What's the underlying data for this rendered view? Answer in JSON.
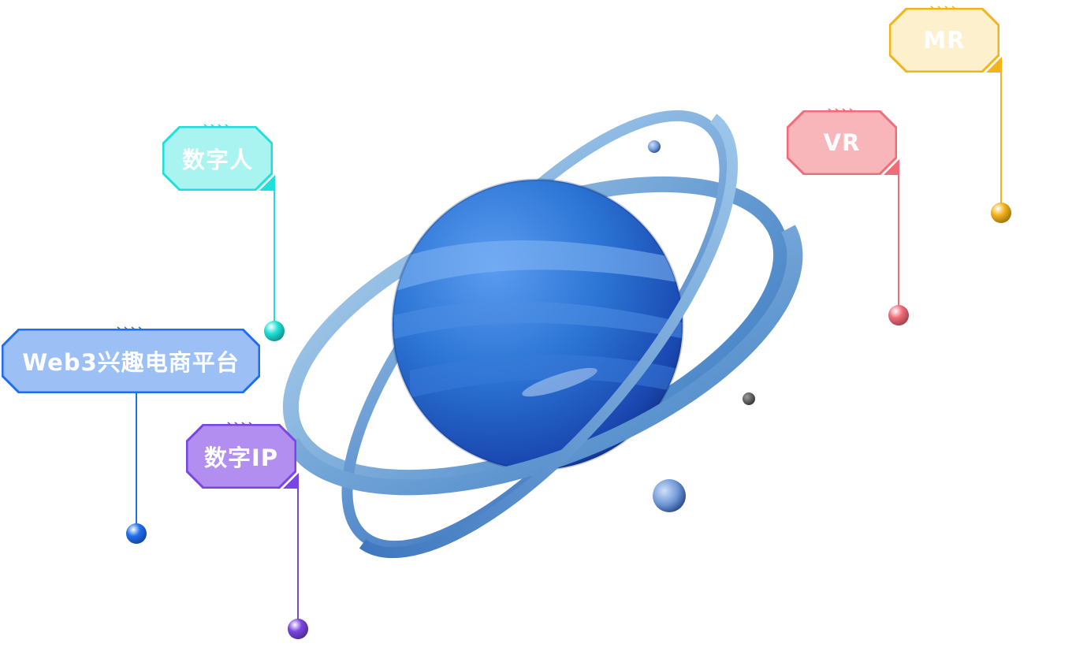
{
  "tags": [
    {
      "id": "mr",
      "label": "MR",
      "color": "#f4b31a",
      "fill": "#fdf0cd"
    },
    {
      "id": "vr",
      "label": "VR",
      "color": "#f26b78",
      "fill": "#f9b6ba"
    },
    {
      "id": "digital-human",
      "label": "数字人",
      "color": "#1fe0d8",
      "fill": "#a9f4f1"
    },
    {
      "id": "web3",
      "label": "Web3兴趣电商平台",
      "color": "#1f6ef0",
      "fill": "#9cc0f6"
    },
    {
      "id": "digital-ip",
      "label": "数字IP",
      "color": "#7a45e2",
      "fill": "#b18ef0"
    }
  ],
  "planet": {
    "color": "#2a6fd4",
    "ring_color": "#7fb0dd"
  }
}
